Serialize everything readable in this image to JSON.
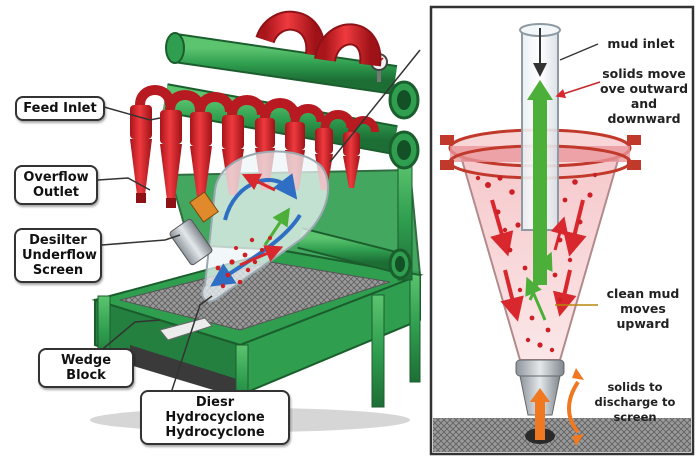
{
  "left_labels": {
    "feed_inlet": "Feed Inlet",
    "overflow_outlet": [
      "Overflow",
      "Outlet"
    ],
    "desilter_underflow": [
      "Desilter",
      "Underflow",
      "Screen"
    ],
    "wedge_block": "Wedge Block",
    "hydrocyclone": [
      "Diesr Hydrocyclone",
      "Hydrocyclone"
    ]
  },
  "right_labels": {
    "mud_inlet": "mud inlet",
    "solids_move": [
      "solids move",
      "ove outward",
      "and downward"
    ],
    "clean_mud": [
      "clean mud",
      "moves",
      "upward"
    ],
    "solids_discharge": [
      "solids to",
      "discharge to screen"
    ]
  },
  "colors": {
    "frame_green": "#2f9e4f",
    "pipe_red": "#d92027",
    "flow_green": "#4caf3a",
    "flow_red": "#d9272e",
    "flow_blue": "#2e6fc4",
    "discharge_orange": "#f07820",
    "screen_grey": "#8a8a8a"
  }
}
